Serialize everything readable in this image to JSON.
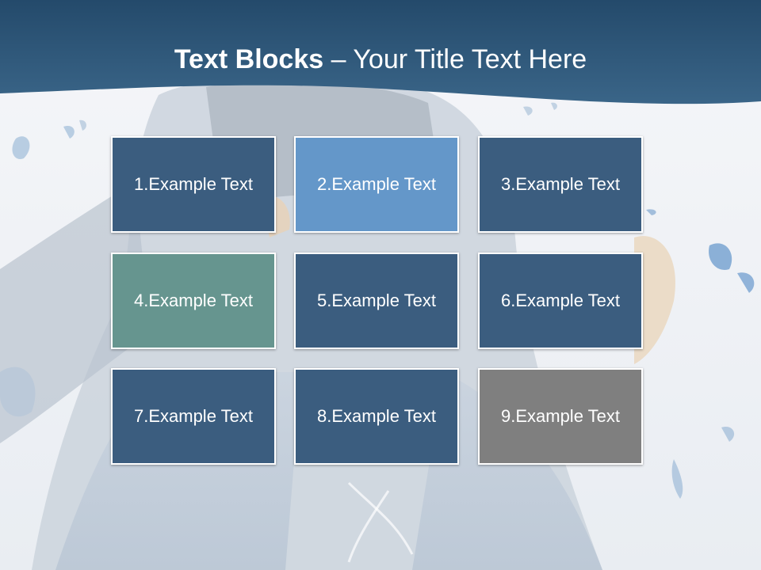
{
  "title": {
    "bold": "Text Blocks",
    "dash": "–",
    "rest": "Your Title Text Here"
  },
  "blocks": [
    {
      "label": "1.Example Text",
      "color": "#3b5d7f"
    },
    {
      "label": "2.Example Text",
      "color": "#6497c9"
    },
    {
      "label": "3.Example Text",
      "color": "#3b5d7f"
    },
    {
      "label": "4.Example Text",
      "color": "#66958f"
    },
    {
      "label": "5.Example Text",
      "color": "#3b5d7f"
    },
    {
      "label": "6.Example Text",
      "color": "#3b5d7f"
    },
    {
      "label": "7.Example Text",
      "color": "#3b5d7f"
    },
    {
      "label": "8.Example Text",
      "color": "#3b5d7f"
    },
    {
      "label": "9.Example Text",
      "color": "#7f7f7f"
    }
  ],
  "colors": {
    "header_band": "#2d5677",
    "block_border": "#ffffff"
  }
}
